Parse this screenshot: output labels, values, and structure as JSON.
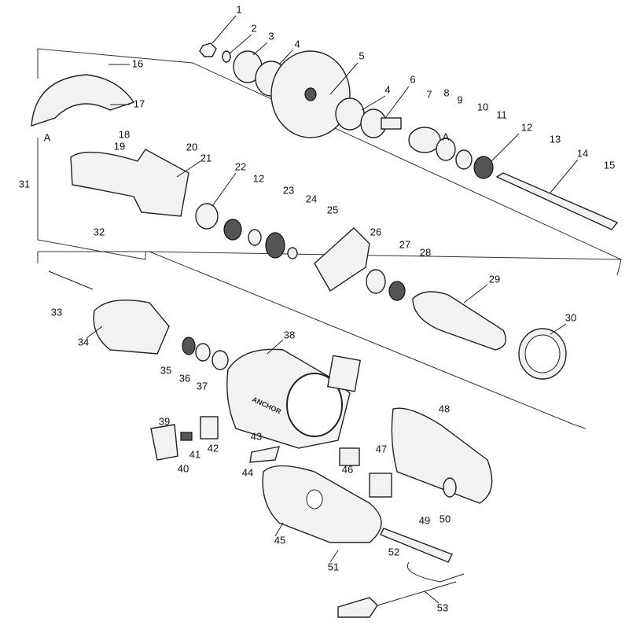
{
  "title": "Angle grinder exploded parts diagram",
  "labels": [
    "1",
    "2",
    "3",
    "4",
    "5",
    "4",
    "6",
    "7",
    "8",
    "9",
    "10",
    "11",
    "12",
    "13",
    "14",
    "15",
    "16",
    "17",
    "18",
    "19",
    "20",
    "21",
    "22",
    "12",
    "23",
    "24",
    "25",
    "26",
    "27",
    "28",
    "29",
    "30",
    "31",
    "32",
    "33",
    "34",
    "35",
    "36",
    "37",
    "38",
    "39",
    "40",
    "41",
    "42",
    "43",
    "44",
    "45",
    "46",
    "47",
    "48",
    "49",
    "50",
    "51",
    "52",
    "53"
  ],
  "markers": [
    "A",
    "A"
  ],
  "brand_logo": "ANCHOR"
}
